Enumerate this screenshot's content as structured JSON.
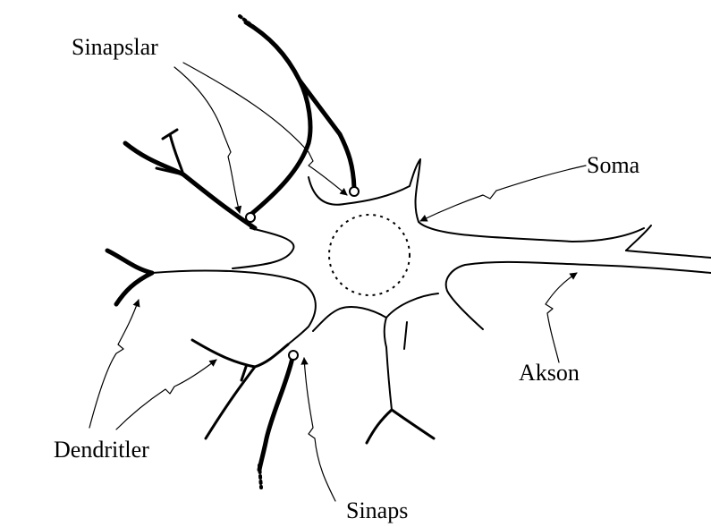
{
  "labels": {
    "synapses": "Sinapslar",
    "soma": "Soma",
    "axon": "Akson",
    "dendrites": "Dendritler",
    "synapse": "Sinaps"
  }
}
